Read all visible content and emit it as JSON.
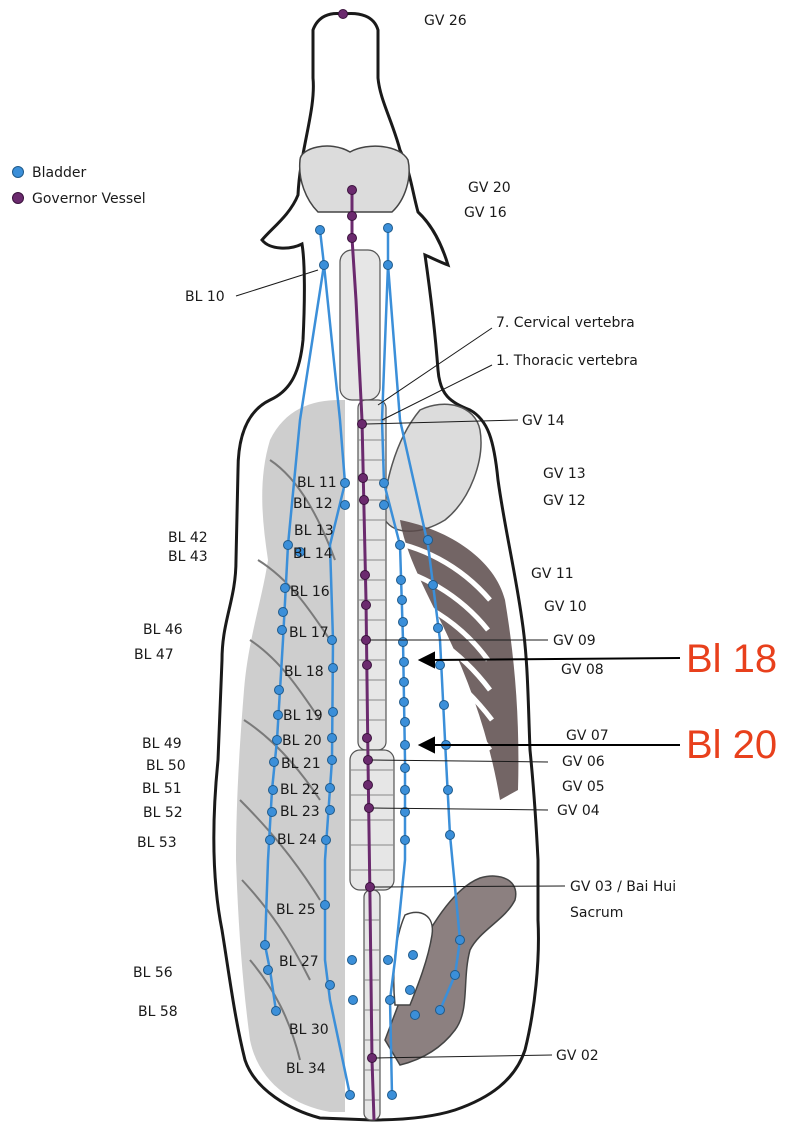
{
  "legend": [
    {
      "label": "Bladder",
      "color": "#3b8fd9"
    },
    {
      "label": "Governor Vessel",
      "color": "#6b2a6e"
    }
  ],
  "labels": {
    "gv26": "GV 26",
    "gv20": "GV 20",
    "gv16": "GV 16",
    "bl10": "BL 10",
    "c7": "7. Cervical vertebra",
    "t1": "1. Thoracic vertebra",
    "gv14": "GV 14",
    "gv13": "GV 13",
    "gv12": "GV 12",
    "gv11": "GV 11",
    "gv10": "GV 10",
    "gv09": "GV 09",
    "gv08": "GV 08",
    "gv07": "GV 07",
    "gv06": "GV 06",
    "gv05": "GV 05",
    "gv04": "GV 04",
    "gv03": "GV 03 / Bai Hui",
    "sacrum": "Sacrum",
    "gv02": "GV 02",
    "bl11": "BL 11",
    "bl12": "BL 12",
    "bl13": "BL 13",
    "bl14": "BL 14",
    "bl16": "BL 16",
    "bl17": "BL 17",
    "bl18": "BL 18",
    "bl19": "BL 19",
    "bl20": "BL 20",
    "bl21": "BL 21",
    "bl22": "BL 22",
    "bl23": "BL 23",
    "bl24": "BL 24",
    "bl25": "BL 25",
    "bl27": "BL 27",
    "bl30": "BL 30",
    "bl34": "BL 34",
    "bl42": "BL 42",
    "bl43": "BL 43",
    "bl46": "BL 46",
    "bl47": "BL 47",
    "bl49": "BL 49",
    "bl50": "BL 50",
    "bl51": "BL 51",
    "bl52": "BL 52",
    "bl53": "BL 53",
    "bl56": "BL 56",
    "bl58": "BL 58"
  },
  "callouts": {
    "bl18": "Bl 18",
    "bl20": "Bl 20",
    "color": "#e8401c"
  }
}
